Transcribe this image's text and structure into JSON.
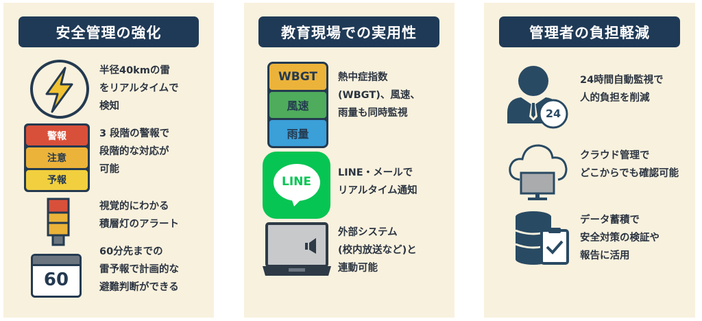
{
  "panels": [
    {
      "title": "安全管理の強化",
      "items": [
        {
          "icon": "lightning-icon",
          "text": "半径40kmの雷\nをリアルタイムで\n検知"
        },
        {
          "icon": "alert-levels-icon",
          "levels": [
            "警報",
            "注意",
            "予報"
          ],
          "text": "3 段階の警報で\n段階的な対応が\n可能"
        },
        {
          "icon": "stack-light-icon",
          "text": "視覚的にわかる\n積層灯のアラート"
        },
        {
          "icon": "calendar-icon",
          "calendar_value": "60",
          "text": "60分先までの\n雷予報で計画的な\n避難判断ができる"
        }
      ]
    },
    {
      "title": "教育現場での実用性",
      "items": [
        {
          "icon": "sensor-levels-icon",
          "levels": [
            "WBGT",
            "風速",
            "雨量"
          ],
          "text": "熱中症指数\n(WBGT)、風速、\n雨量も同時監視"
        },
        {
          "icon": "line-app-icon",
          "logo": "LINE",
          "text": "LINE・メールで\nリアルタイム通知"
        },
        {
          "icon": "laptop-speaker-icon",
          "text": "外部システム\n(校内放送など)と\n連動可能"
        }
      ]
    },
    {
      "title": "管理者の負担軽減",
      "items": [
        {
          "icon": "person-24h-icon",
          "badge": "24",
          "text": "24時間自動監視で\n人的負担を削減"
        },
        {
          "icon": "cloud-monitor-icon",
          "text": "クラウド管理で\nどこからでも確認可能"
        },
        {
          "icon": "database-clipboard-icon",
          "text": "データ蓄積で\n安全対策の検証や\n報告に活用"
        }
      ]
    }
  ],
  "colors": {
    "header": "#1f3a56",
    "panel": "#f8f1de",
    "red": "#d9503a",
    "orange": "#ecb33a",
    "yellow": "#f1cf3e",
    "green": "#4eac5c",
    "blue": "#3b9fd8",
    "line": "#07c553"
  }
}
